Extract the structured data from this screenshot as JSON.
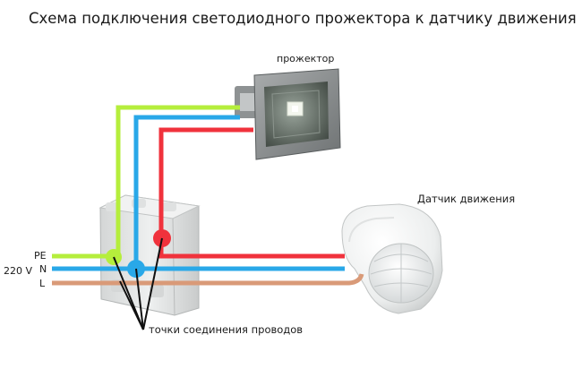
{
  "title": "Схема подключения светодиодного прожектора к датчику движения",
  "labels": {
    "floodlight": "прожектор",
    "sensor": "Датчик движения",
    "pe": "PE",
    "n": "N",
    "l": "L",
    "voltage": "220 V",
    "junctions": "точки соединения проводов"
  },
  "colors": {
    "pe_wire": "#b5ee3c",
    "n_wire": "#29a8e8",
    "l_wire": "#d99a78",
    "signal_wire": "#f0323c"
  },
  "icons": {
    "floodlight": "floodlight-icon",
    "sensor": "motion-sensor-icon",
    "junction_box": "junction-box-icon"
  }
}
